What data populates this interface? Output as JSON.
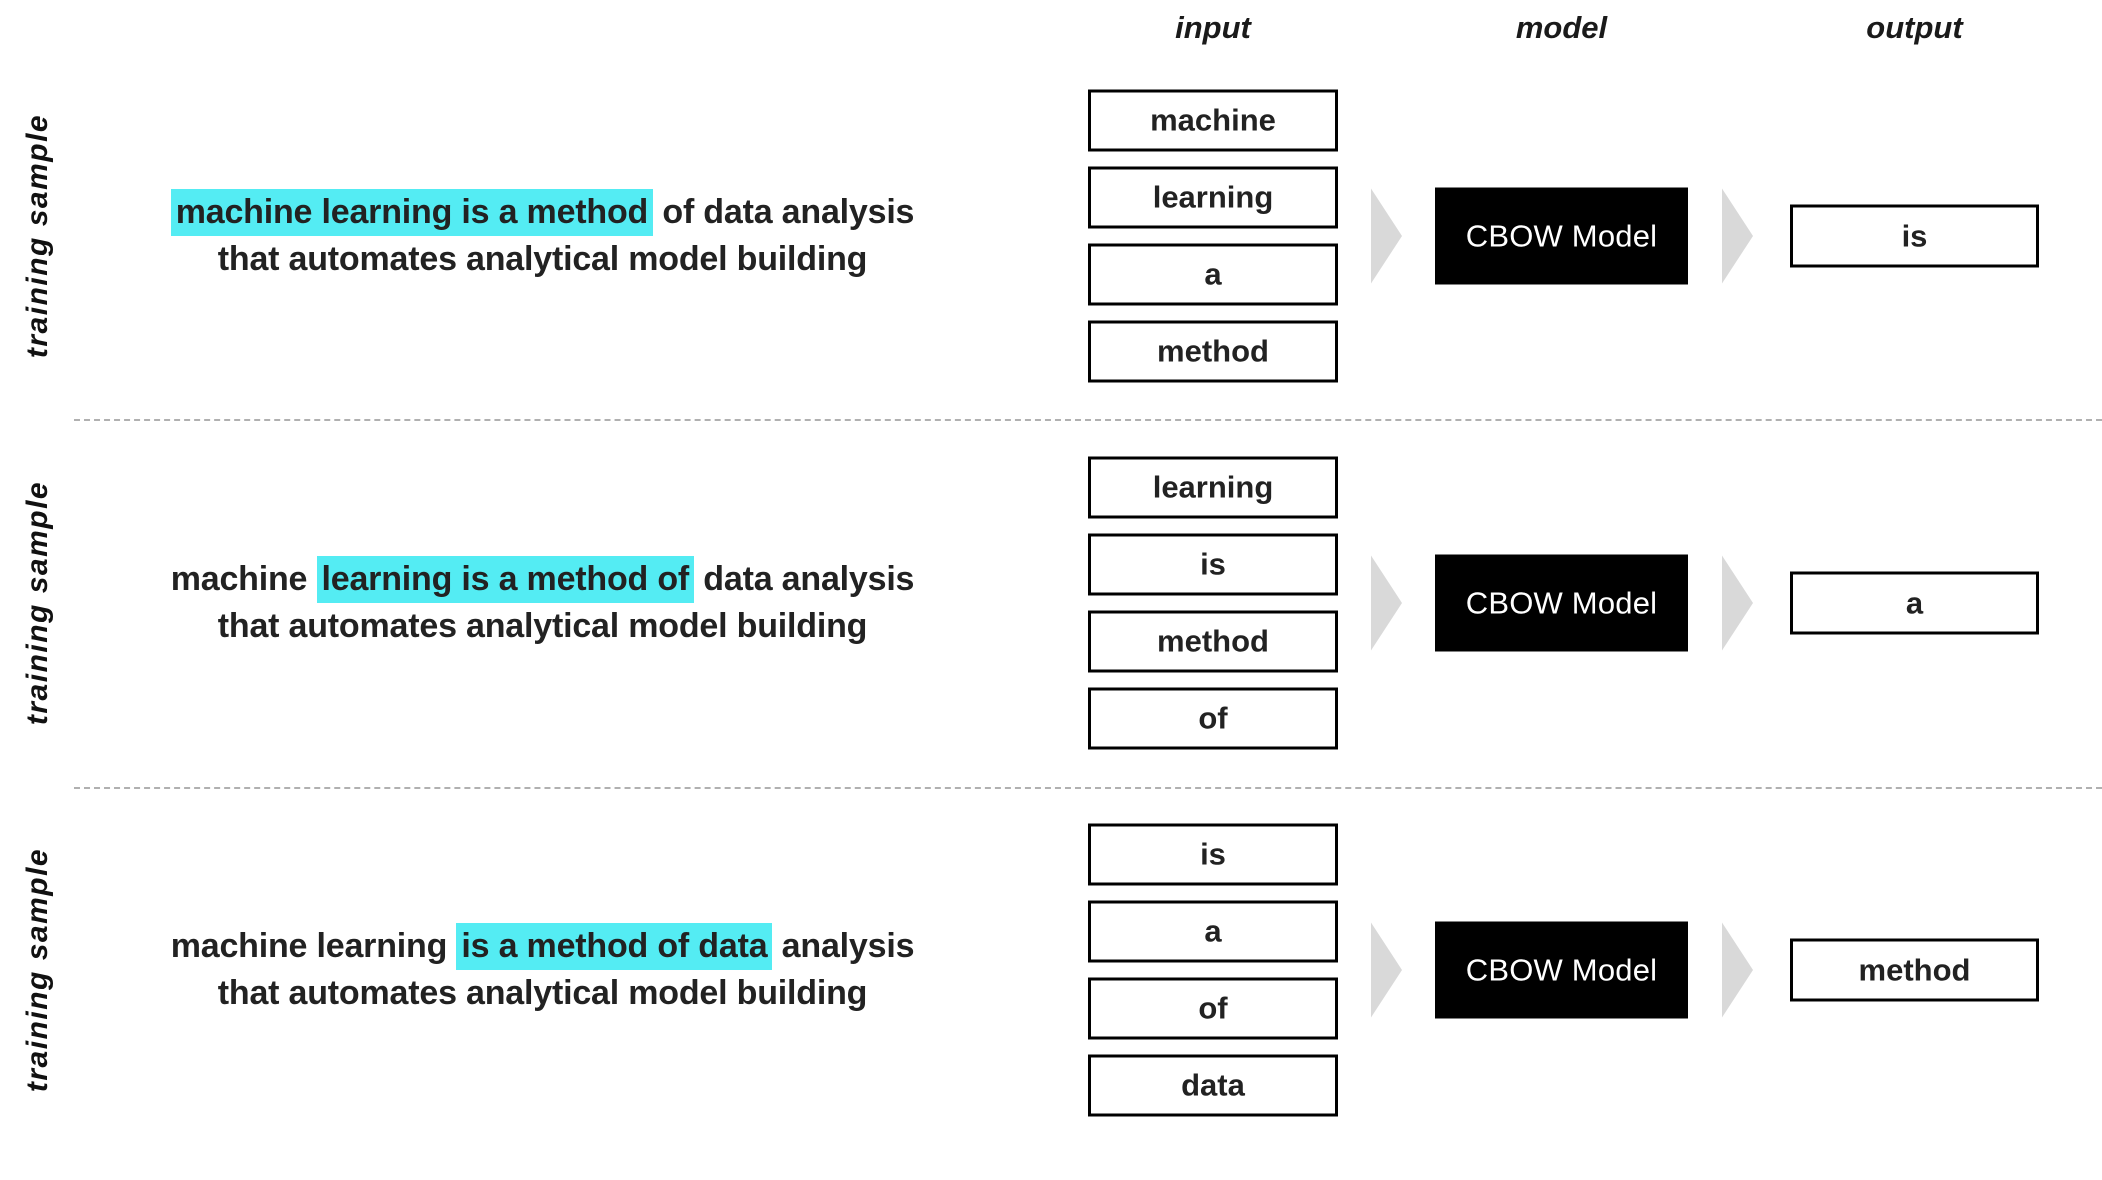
{
  "colors": {
    "highlight": "#54ecf3",
    "arrow": "#d9d9d9",
    "model_background": "#000000",
    "model_text": "#ffffff",
    "text": "#222222",
    "divider": "#b0b0b0"
  },
  "headers": {
    "input": "input",
    "model": "model",
    "output": "output"
  },
  "samples": [
    {
      "label": "training sample",
      "sentence": {
        "line1_pre": "",
        "line1_highlight": "machine learning is a method",
        "line1_post": " of data analysis",
        "line2": "that automates analytical model building"
      },
      "inputs": [
        "machine",
        "learning",
        "a",
        "method"
      ],
      "model": "CBOW Model",
      "output": "is"
    },
    {
      "label": "training sample",
      "sentence": {
        "line1_pre": "machine ",
        "line1_highlight": "learning is a method of",
        "line1_post": " data analysis",
        "line2": "that automates analytical model building"
      },
      "inputs": [
        "learning",
        "is",
        "method",
        "of"
      ],
      "model": "CBOW Model",
      "output": "a"
    },
    {
      "label": "training sample",
      "sentence": {
        "line1_pre": "machine learning ",
        "line1_highlight": "is a method of data",
        "line1_post": " analysis",
        "line2": "that automates analytical model building"
      },
      "inputs": [
        "is",
        "a",
        "of",
        "data"
      ],
      "model": "CBOW Model",
      "output": "method"
    }
  ]
}
